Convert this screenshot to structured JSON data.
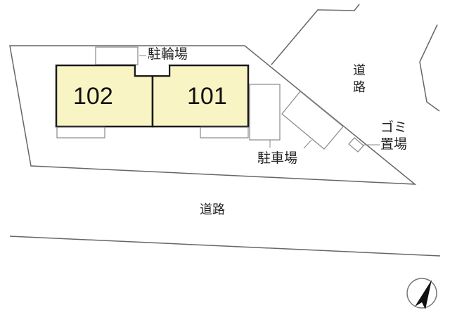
{
  "title": "Site layout plan",
  "units": [
    {
      "id": "102",
      "label": "102"
    },
    {
      "id": "101",
      "label": "101"
    }
  ],
  "labels": {
    "bicycle_parking": "駐輪場",
    "parking": "駐車場",
    "garbage_line1": "ゴミ",
    "garbage_line2": "置場",
    "road_east": "道路",
    "road_south": "道路"
  },
  "icons": {
    "north_arrow": "compass-north-arrow"
  },
  "colors": {
    "unit_fill": "#f8f4c4",
    "unit_border": "#1a1a1a",
    "line": "#666666"
  }
}
